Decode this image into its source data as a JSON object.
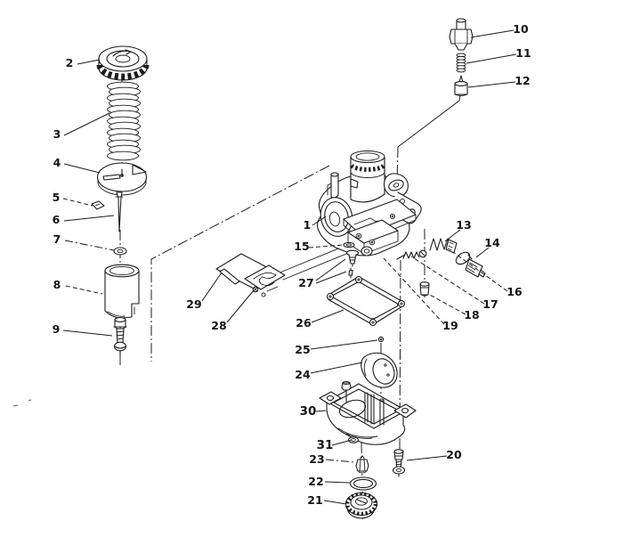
{
  "figure": {
    "kind": "exploded-parts-diagram",
    "subject": "carburetor assembly",
    "background_color": "#ffffff",
    "line_color": "#1c1c1c",
    "callout_count": "31"
  },
  "labels": {
    "p1": "1",
    "p2": "2",
    "p3": "3",
    "p4": "4",
    "p5": "5",
    "p6": "6",
    "p7": "7",
    "p8": "8",
    "p9": "9",
    "p10": "10",
    "p11": "11",
    "p12": "12",
    "p13": "13",
    "p14": "14",
    "p15": "15",
    "p16": "16",
    "p17": "17",
    "p18": "18",
    "p19": "19",
    "p20": "20",
    "p21": "21",
    "p22": "22",
    "p23": "23",
    "p24": "24",
    "p25": "25",
    "p26": "26",
    "p27": "27",
    "p28": "28",
    "p29": "29",
    "p30": "30",
    "p31": "31"
  }
}
